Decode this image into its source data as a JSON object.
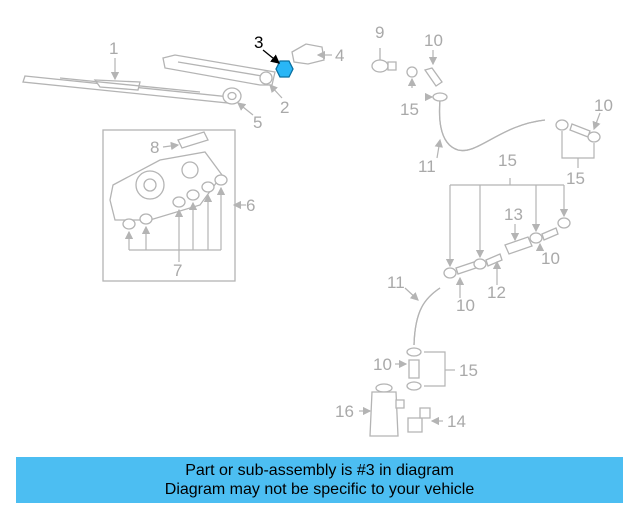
{
  "diagram": {
    "highlight_color": "#29b6f6",
    "callouts": {
      "c1": "1",
      "c2": "2",
      "c3": "3",
      "c4": "4",
      "c5": "5",
      "c6": "6",
      "c7": "7",
      "c8": "8",
      "c9": "9",
      "c10a": "10",
      "c10b": "10",
      "c10c": "10",
      "c10d": "10",
      "c10e": "10",
      "c11a": "11",
      "c11b": "11",
      "c12": "12",
      "c13": "13",
      "c14": "14",
      "c15a": "15",
      "c15b": "15",
      "c15c": "15",
      "c15d": "15",
      "c16": "16"
    }
  },
  "banner": {
    "line1": "Part or sub-assembly is #3 in diagram",
    "line2": "Diagram may not be specific to your vehicle",
    "color": "#4cbef2"
  }
}
